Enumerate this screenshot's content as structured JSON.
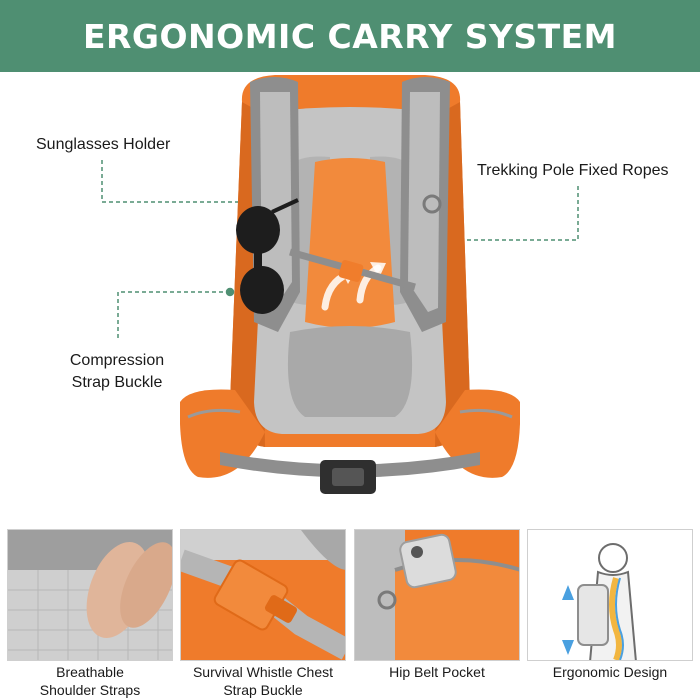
{
  "header": {
    "title": "ERGONOMIC CARRY SYSTEM"
  },
  "callouts": {
    "sunglasses_holder": "Sunglasses Holder",
    "trekking_pole": "Trekking Pole Fixed Ropes",
    "compression_line1": "Compression",
    "compression_line2": "Strap Buckle"
  },
  "features": [
    {
      "line1": "Breathable",
      "line2": "Shoulder Straps"
    },
    {
      "line1": "Survival Whistle Chest",
      "line2": "Strap Buckle"
    },
    {
      "line1": "Hip Belt Pocket",
      "line2": ""
    },
    {
      "line1": "Ergonomic Design",
      "line2": ""
    }
  ],
  "colors": {
    "banner": "#4f8f72",
    "accent_orange": "#f07d2c",
    "mesh_gray": "#bdbdbd",
    "leader_line": "#4f8f72"
  }
}
